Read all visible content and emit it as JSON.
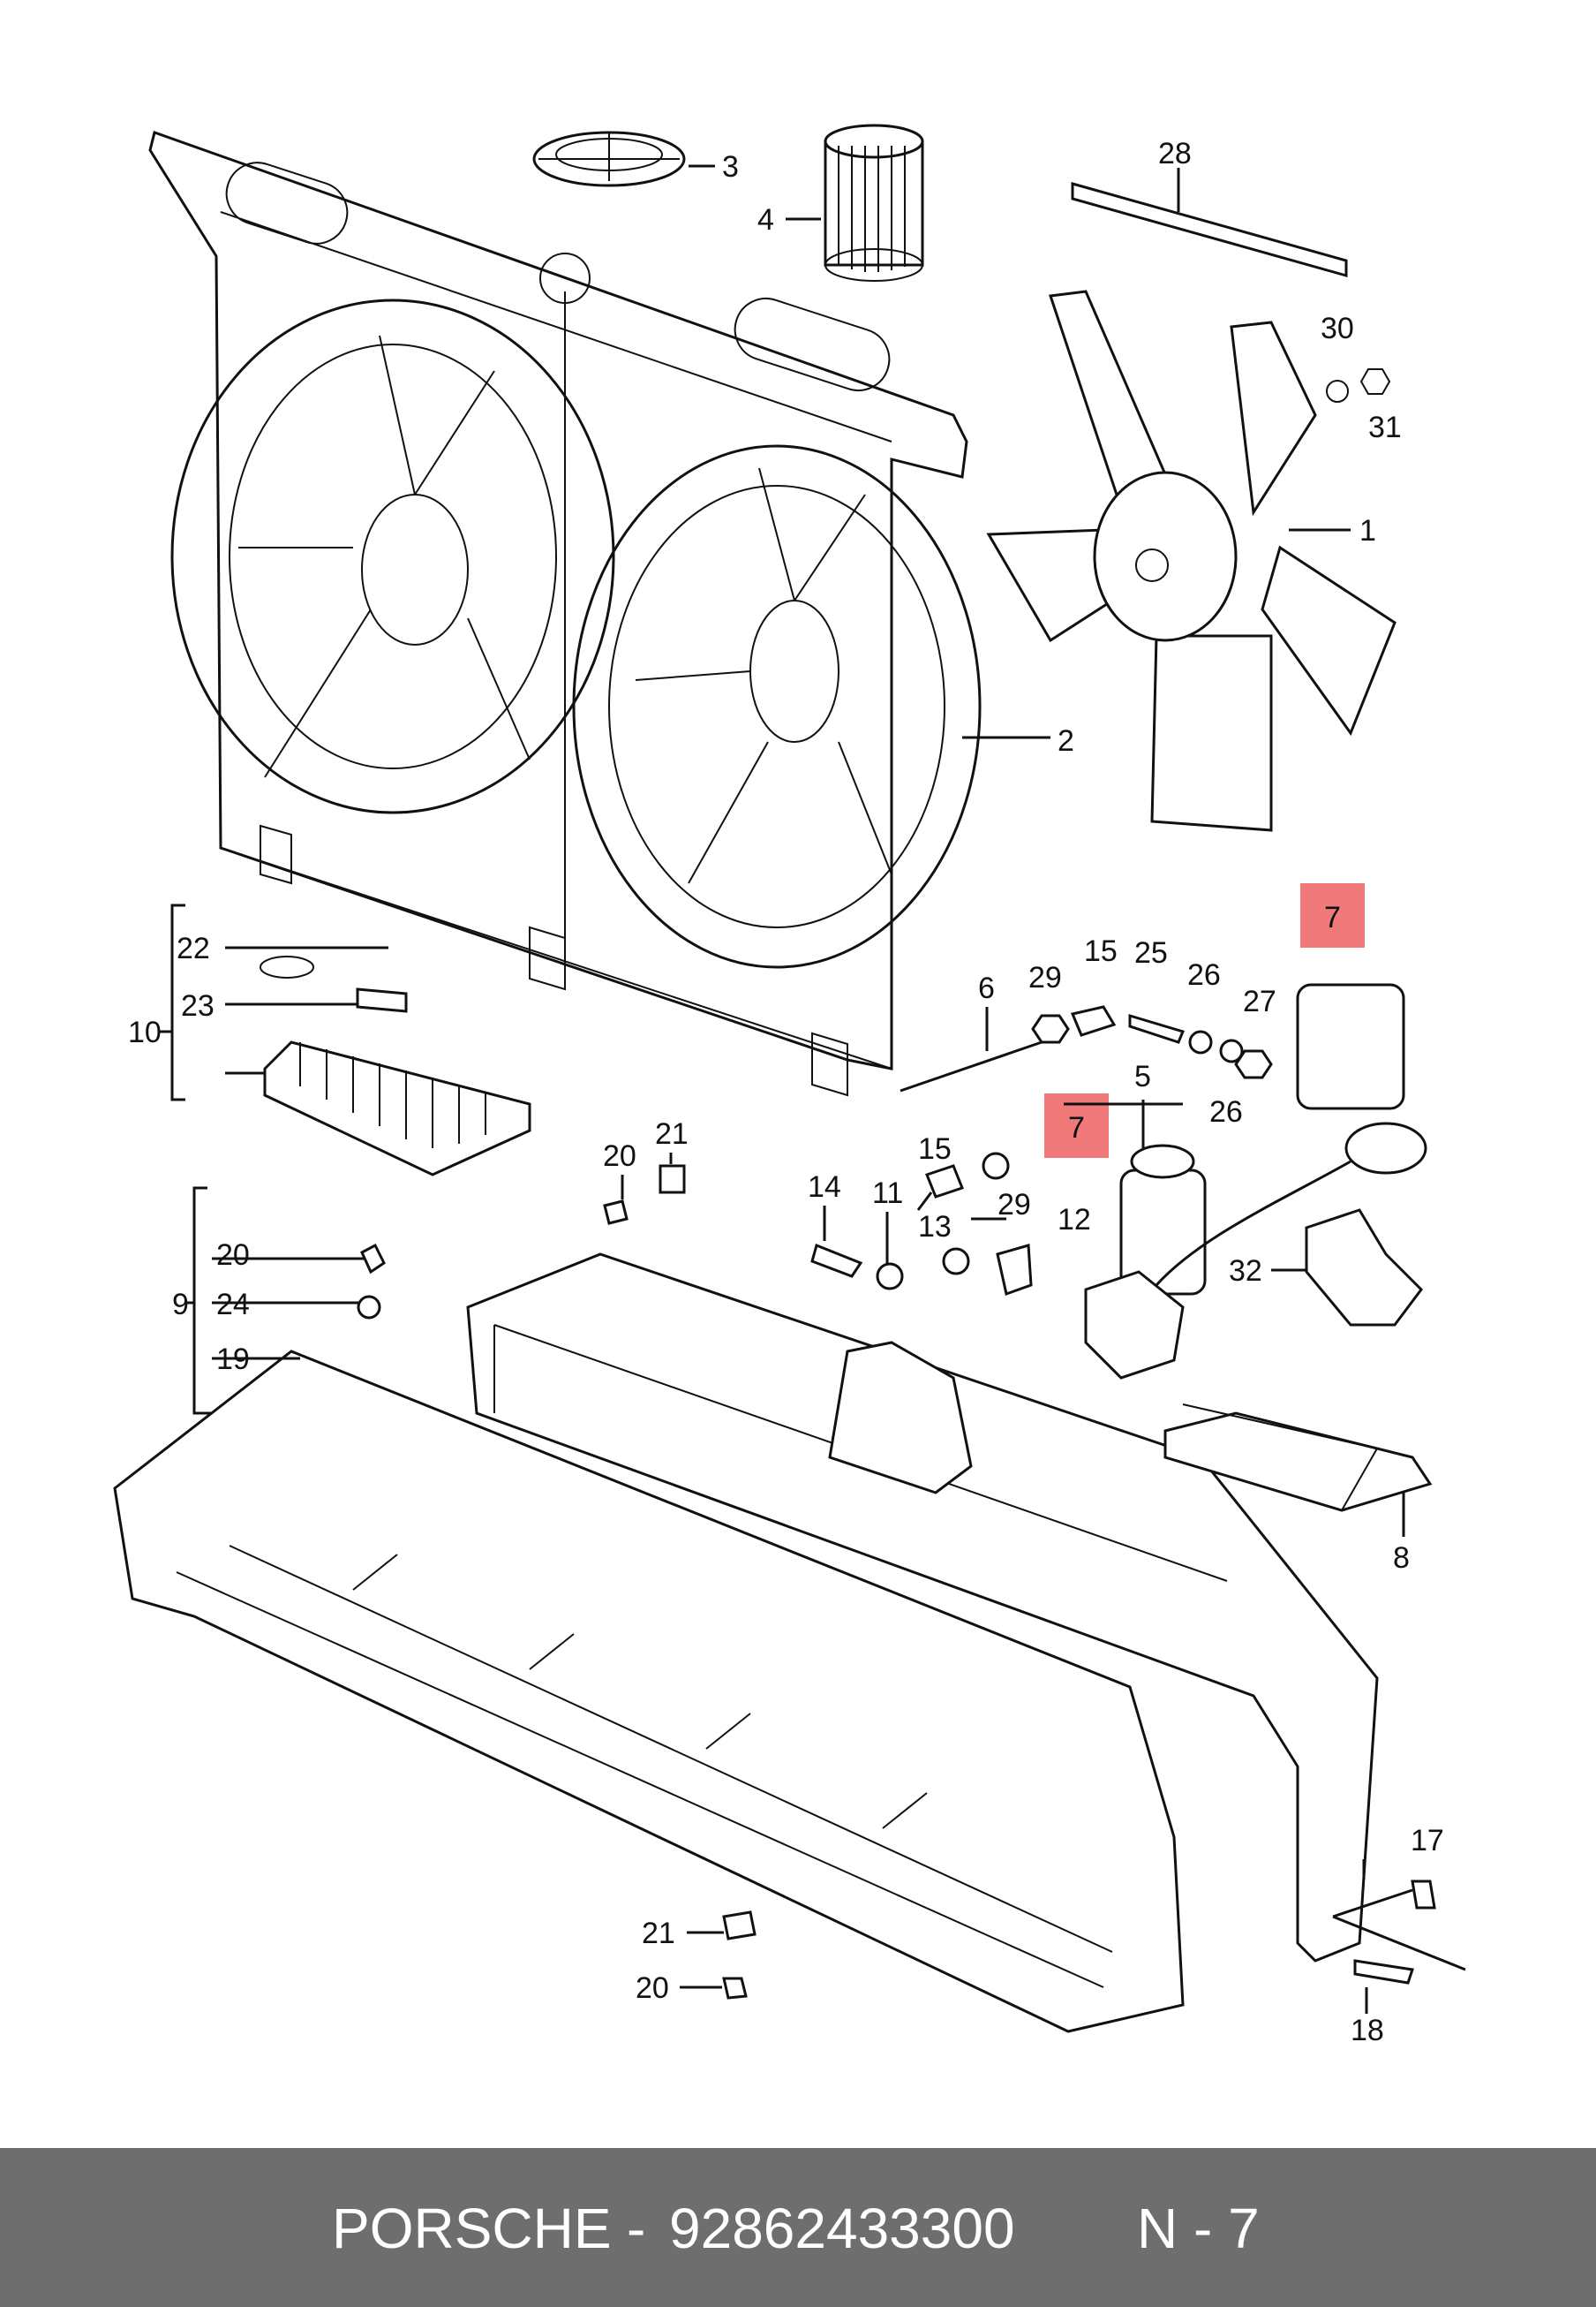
{
  "footer": {
    "brand": "PORSCHE",
    "separator": "-",
    "part_number": "92862433300",
    "diagram_ref": "N - 7"
  },
  "callouts": {
    "c1": "1",
    "c2": "2",
    "c3": "3",
    "c4": "4",
    "c5": "5",
    "c6": "6",
    "c7_top": "7",
    "c7_mid": "7",
    "c8": "8",
    "c9": "9",
    "c10": "10",
    "c11": "11",
    "c12": "12",
    "c13": "13",
    "c14": "14",
    "c15a": "15",
    "c15b": "15",
    "c17": "17",
    "c18": "18",
    "c19": "19",
    "c20a": "20",
    "c20b": "20",
    "c20c": "20",
    "c21a": "21",
    "c21b": "21",
    "c22": "22",
    "c23": "23",
    "c24": "24",
    "c25": "25",
    "c26a": "26",
    "c26b": "26",
    "c27": "27",
    "c28": "28",
    "c29a": "29",
    "c29b": "29",
    "c30": "30",
    "c31": "31",
    "c32": "32"
  },
  "highlight_color": "#f07a7a"
}
